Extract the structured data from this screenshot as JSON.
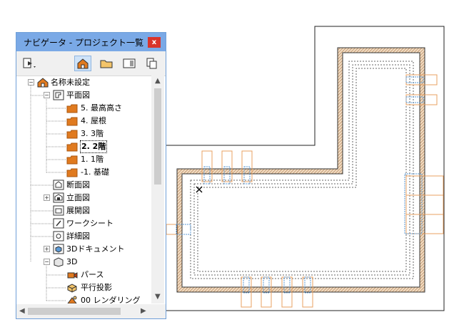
{
  "navigator": {
    "title": "ナビゲータ - プロジェクト一覧",
    "close_label": "x",
    "toolbar": {
      "tools": [
        "map-dropdown-icon",
        "project-map-icon",
        "view-map-icon",
        "layout-book-icon",
        "publisher-sets-icon"
      ],
      "active_tool": "project-map-icon"
    },
    "tree": {
      "root": "名称未設定",
      "floor_plans": "平面図",
      "stories": [
        {
          "label": "5. 最高高さ",
          "current": false
        },
        {
          "label": "4. 屋根",
          "current": false
        },
        {
          "label": "3. 3階",
          "current": false
        },
        {
          "label": "2. 2階",
          "current": true
        },
        {
          "label": "1. 1階",
          "current": false
        },
        {
          "label": "-1. 基礎",
          "current": false
        }
      ],
      "sections": "断面図",
      "elevations": "立面図",
      "interior_elevations": "展開図",
      "worksheets": "ワークシート",
      "details": "詳細図",
      "documents_3d": "3Dドキュメント",
      "three_d": "3D",
      "three_d_items": [
        "パース",
        "平行投影",
        "00 レンダリング"
      ]
    }
  },
  "colors": {
    "title_bar": "#7aa9e6",
    "close_button": "#d9342b",
    "window_frame": "#e8a060",
    "wall_hatch": "#b8865a",
    "window_outline_blue": "#5b9ad6",
    "folder_orange": "#e07a1f"
  }
}
